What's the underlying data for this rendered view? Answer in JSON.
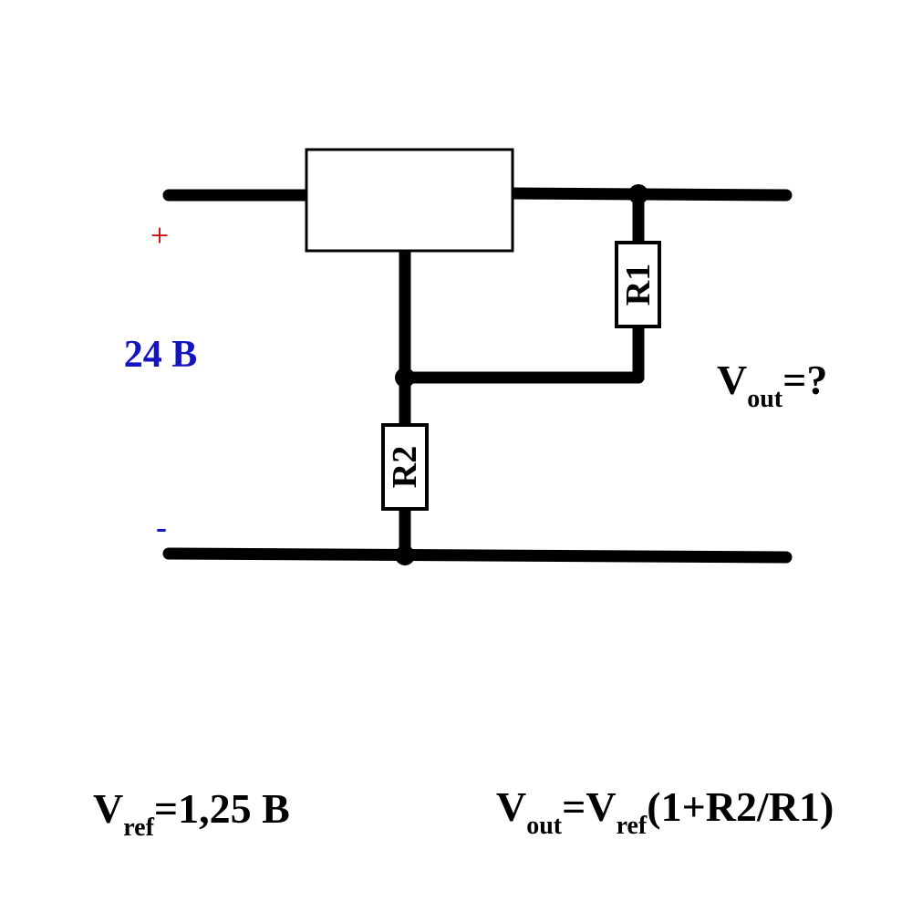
{
  "labels": {
    "plus": "+",
    "minus": "-",
    "input_voltage": "24 В",
    "r1": "R1",
    "r2": "R2",
    "vout_question": {
      "main": "V",
      "sub": "out",
      "rest": "=?"
    },
    "vref": {
      "main": "V",
      "sub": "ref",
      "rest": "=1,25 В"
    },
    "formula": {
      "v1": "V",
      "sub1": "out",
      "eq": "=V",
      "sub2": "ref",
      "rest": "(1+R2/R1)"
    }
  },
  "colors": {
    "wire": "#000000",
    "plus": "#cc0000",
    "minus": "#1515b8",
    "voltage": "#1515c0",
    "text": "#000000"
  }
}
